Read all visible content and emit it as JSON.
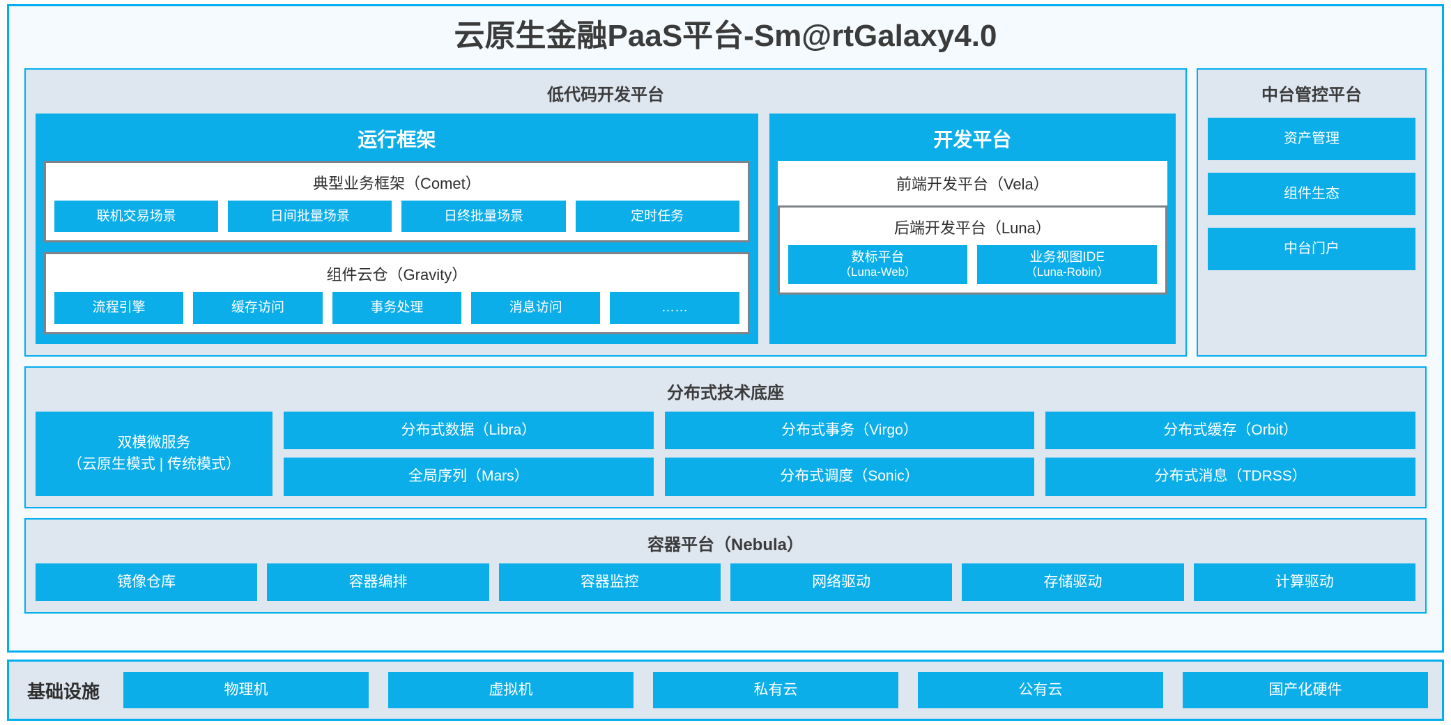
{
  "colors": {
    "accent": "#00AEEF",
    "chip": "#0CAEEA",
    "panel_bg": "#DEE6F0",
    "card_bg": "#F4FAFD",
    "group_border": "#7F8289",
    "text": "#2E2E2E"
  },
  "title": "云原生金融PaaS平台-Sm@rtGalaxy4.0",
  "lowcode": {
    "title": "低代码开发平台",
    "runtime": {
      "title": "运行框架",
      "comet": {
        "title": "典型业务框架（Comet）",
        "items": [
          "联机交易场景",
          "日间批量场景",
          "日终批量场景",
          "定时任务"
        ]
      },
      "gravity": {
        "title": "组件云仓（Gravity）",
        "items": [
          "流程引擎",
          "缓存访问",
          "事务处理",
          "消息访问",
          "……"
        ]
      }
    },
    "devplatform": {
      "title": "开发平台",
      "frontend": "前端开发平台（Vela）",
      "backend": {
        "title": "后端开发平台（Luna）",
        "items": [
          {
            "name": "数标平台",
            "code": "（Luna-Web）"
          },
          {
            "name": "业务视图IDE",
            "code": "（Luna-Robin）"
          }
        ]
      }
    }
  },
  "midcontrol": {
    "title": "中台管控平台",
    "items": [
      "资产管理",
      "组件生态",
      "中台门户"
    ]
  },
  "tech": {
    "title": "分布式技术底座",
    "wide": {
      "line1": "双模微服务",
      "line2": "（云原生模式 | 传统模式）"
    },
    "columns": [
      [
        "分布式数据（Libra）",
        "全局序列（Mars）"
      ],
      [
        "分布式事务（Virgo）",
        "分布式调度（Sonic）"
      ],
      [
        "分布式缓存（Orbit）",
        "分布式消息（TDRSS）"
      ]
    ]
  },
  "container": {
    "title": "容器平台（Nebula）",
    "items": [
      "镜像仓库",
      "容器编排",
      "容器监控",
      "网络驱动",
      "存储驱动",
      "计算驱动"
    ]
  },
  "infrastructure": {
    "label": "基础设施",
    "items": [
      "物理机",
      "虚拟机",
      "私有云",
      "公有云",
      "国产化硬件"
    ]
  }
}
